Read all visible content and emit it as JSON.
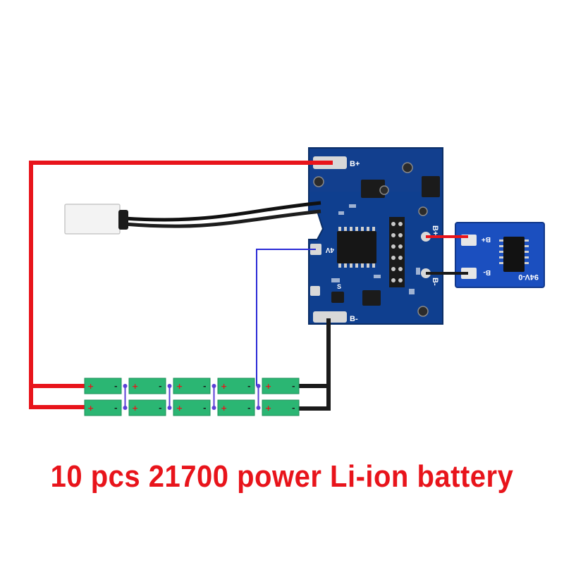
{
  "caption": "10 pcs 21700 power Li-ion battery",
  "main_board": {
    "pad_b_plus": "B+",
    "pad_b_minus": "B-",
    "pad_4v": "4V",
    "pad_s": "S"
  },
  "display_board": {
    "pad_b_plus": "B+",
    "pad_b_minus": "B-",
    "marking": "94V-0"
  },
  "cells": {
    "count": 10,
    "positive_sign": "+",
    "negative_sign": "-"
  },
  "colors": {
    "positive_wire": "#e8141b",
    "negative_wire": "#1a1a1a",
    "balance_wire": "#2a2ad6",
    "pcb": "#0f3f8f",
    "cell": "#2bb673",
    "caption": "#e8141b"
  }
}
